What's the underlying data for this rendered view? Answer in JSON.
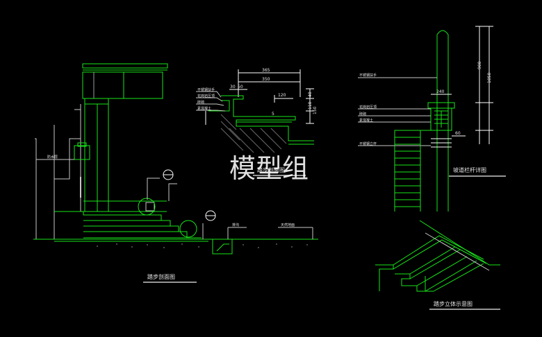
{
  "watermark": "模型组",
  "drawings": {
    "step_section": {
      "title": "踏步剖面图"
    },
    "detail_section": {
      "title": "踏步剖面图"
    },
    "ramp_railing": {
      "title": "坡道栏杆详图"
    },
    "step_axonometric": {
      "title": "踏步立体示意图"
    }
  },
  "annotations": {
    "waterproof": "防水层",
    "gutter": "排沟",
    "finished_grade": "天然地面",
    "handrail": "不锈钢扶手",
    "stone_cap": "花岗岩压顶",
    "brick_wall": "砖砌",
    "concrete": "素混凝土",
    "steel_post": "不锈钢立杆"
  },
  "dimensions": {
    "d365": "365",
    "d350": "350",
    "d30": "30",
    "d50": "50",
    "d120": "120",
    "d40": "40",
    "d110": "110",
    "d150": "150",
    "d5": "5",
    "d900": "900",
    "d1050": "1050",
    "d240": "240",
    "d60": "60"
  },
  "colors": {
    "background": "#000000",
    "linework": "#19e619",
    "text": "#e6e6e6",
    "dims": "#ffffff"
  }
}
